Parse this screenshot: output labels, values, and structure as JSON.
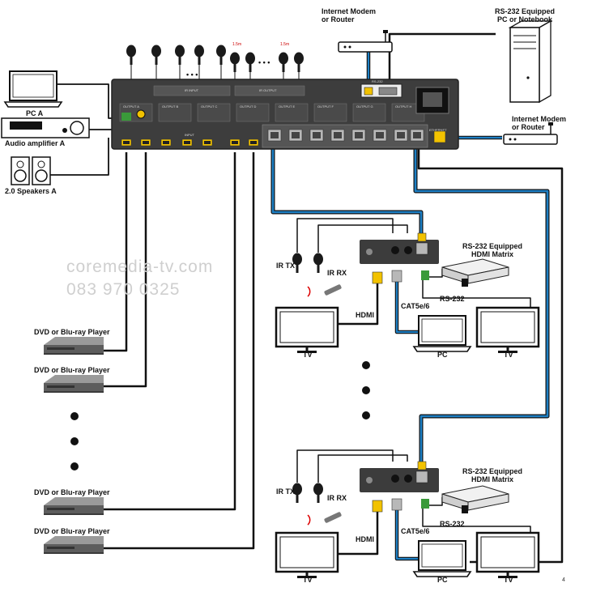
{
  "labels": {
    "internet_modem_top": [
      "Internet Modem",
      "or Router"
    ],
    "rs232_pc_top": [
      "RS-232 Equipped",
      "PC or Notebook"
    ],
    "internet_modem_right": [
      "Internet Modem",
      "or Router"
    ],
    "pc_a": "PC A",
    "audio_amp": "Audio amplifier A",
    "speakers": "2.0 Speakers A",
    "dvd_player": "DVD or Blu-ray Player",
    "ir_tx": "IR TX",
    "ir_rx": "IR RX",
    "hdmi": "HDMI",
    "cat": "CAT5e/6",
    "rs232": "RS-232",
    "rs232_matrix": [
      "RS-232 Equipped",
      "HDMI Matrix"
    ],
    "tv": "TV",
    "pc": "PC",
    "cable_len_1": "1.5m",
    "cable_len_2": "1.5m",
    "page_mark": "4"
  },
  "matrix": {
    "input_label": "INPUT",
    "output_label": "OUTPUT",
    "ir_input_label": "IR INPUT",
    "ir_output_label": "IR OUTPUT",
    "output_ports": [
      "OUTPUT A",
      "OUTPUT B",
      "OUTPUT C",
      "OUTPUT D",
      "OUTPUT E",
      "OUTPUT F",
      "OUTPUT G",
      "OUTPUT H"
    ],
    "rs232_label": "RS-232",
    "ethernet_label": "ETHERNET"
  },
  "watermark": {
    "site": "coremedia-tv.com",
    "phone": "083 970 0325"
  },
  "colors": {
    "cat_cable": "#1d7fc4",
    "black_cable": "#111111",
    "device_dark": "#3c3c3c",
    "highlight": "#f2c200"
  }
}
